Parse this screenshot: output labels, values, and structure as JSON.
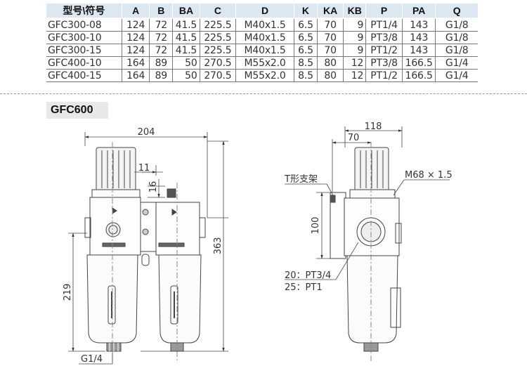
{
  "table": {
    "headers": [
      "型号\\符号",
      "A",
      "B",
      "BA",
      "C",
      "D",
      "K",
      "KA",
      "KB",
      "P",
      "PA",
      "Q"
    ],
    "rows": [
      [
        "GFC300-08",
        "124",
        "72",
        "41.5",
        "225.5",
        "M40x1.5",
        "6.5",
        "70",
        "9",
        "PT1/4",
        "143",
        "G1/8"
      ],
      [
        "GFC300-10",
        "124",
        "72",
        "41.5",
        "225.5",
        "M40x1.5",
        "6.5",
        "70",
        "9",
        "PT3/8",
        "143",
        "G1/8"
      ],
      [
        "GFC300-15",
        "124",
        "72",
        "41.5",
        "225.5",
        "M40x1.5",
        "6.5",
        "70",
        "9",
        "PT1/2",
        "143",
        "G1/8"
      ],
      [
        "GFC400-10",
        "164",
        "89",
        "50",
        "270.5",
        "M55x2.0",
        "8.5",
        "80",
        "12",
        "PT3/8",
        "166.5",
        "G1/4"
      ],
      [
        "GFC400-15",
        "164",
        "89",
        "50",
        "270.5",
        "M55x2.0",
        "8.5",
        "80",
        "12",
        "PT1/2",
        "166.5",
        "G1/4"
      ]
    ]
  },
  "model_label": "GFC600",
  "front_view": {
    "dim_width": "204",
    "dim_11": "11",
    "dim_16": "16",
    "dim_height": "363",
    "dim_bowl": "219",
    "port_label": "G1/4"
  },
  "side_view": {
    "dim_118": "118",
    "dim_70": "70",
    "dim_100": "100",
    "bracket_label": "T形支架",
    "thread_label": "M68 × 1.5",
    "port_20": "20：PT3/4",
    "port_25": "25：PT1"
  },
  "colors": {
    "header_bg": "#dde7f2",
    "tag_bg": "#e8e8e8"
  }
}
